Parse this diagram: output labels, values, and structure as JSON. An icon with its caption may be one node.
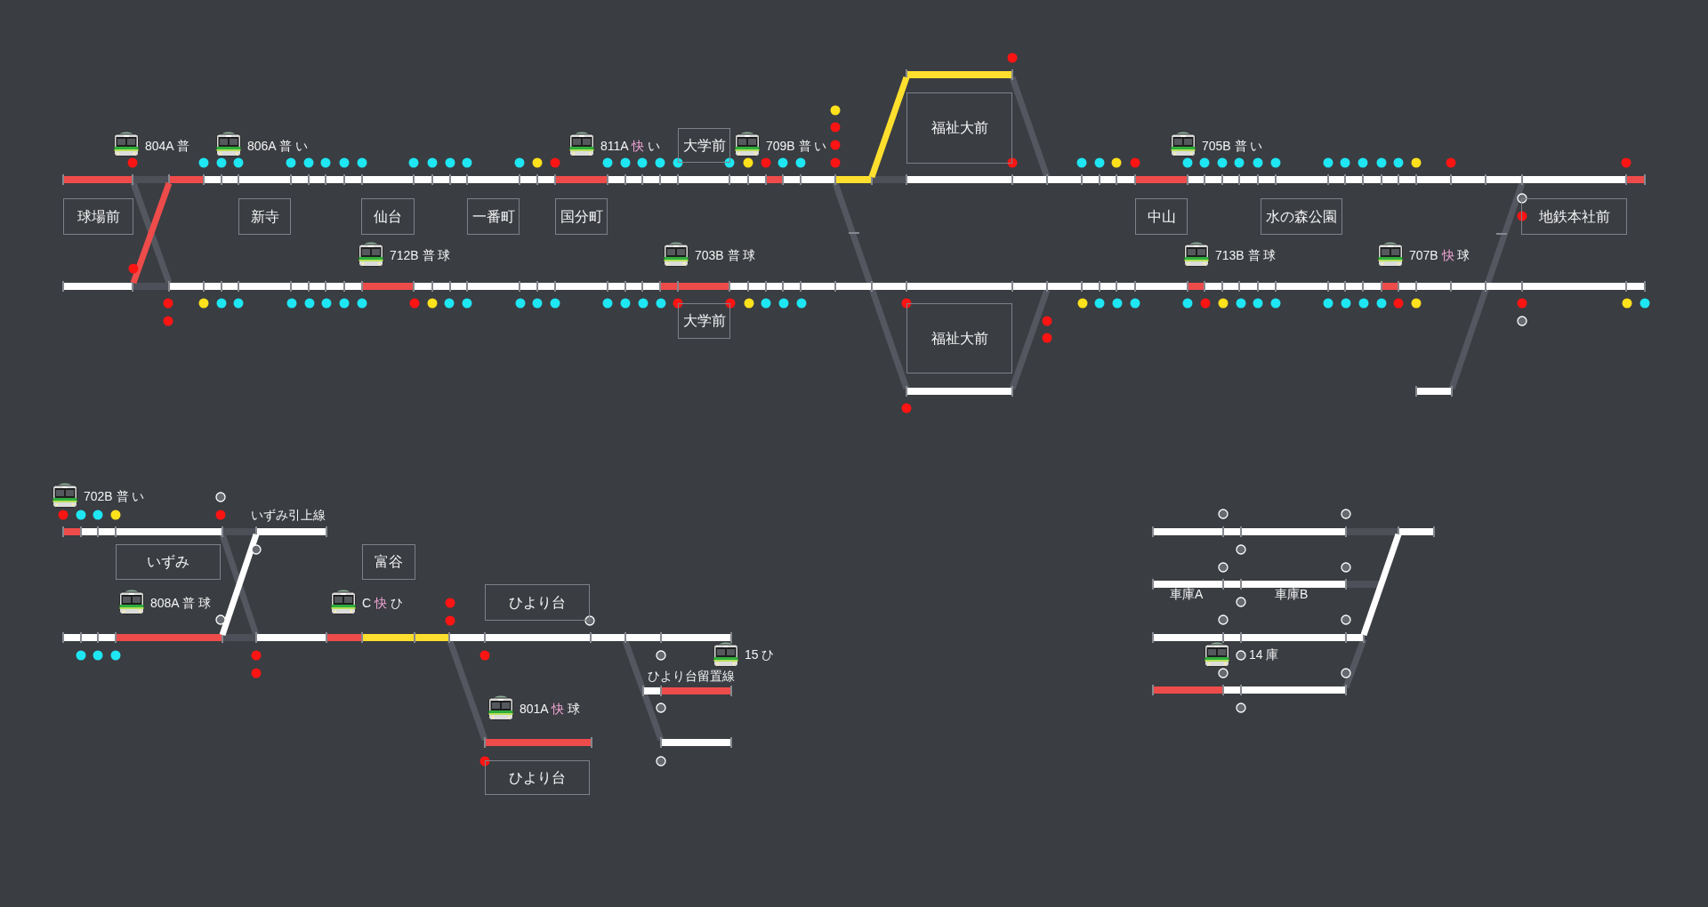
{
  "diagram": {
    "nodes": [
      {
        "text": [
          "福祉大前"
        ]
      },
      {
        "text": [
          "大学前"
        ]
      },
      {
        "text": [
          "球場前"
        ]
      },
      {
        "text": [
          "新寺"
        ]
      },
      {
        "text": [
          "仙台"
        ]
      },
      {
        "text": [
          "一番町"
        ]
      },
      {
        "text": [
          "国分町"
        ]
      },
      {
        "text": [
          "中山"
        ]
      },
      {
        "text": [
          "水の森公園"
        ]
      },
      {
        "text": [
          "地鉄本社前"
        ]
      },
      {
        "text": [
          "大学前"
        ]
      },
      {
        "text": [
          "福祉大前"
        ]
      },
      {
        "text": [
          "いずみ"
        ]
      },
      {
        "text": [
          "富谷"
        ]
      },
      {
        "text": [
          "ひより台"
        ]
      },
      {
        "text": [
          "ひより台"
        ]
      }
    ],
    "labels": [
      "804A 普",
      "806A 普 い",
      "811A 快 い",
      "709B 普 い",
      "705B 普 い",
      "712B 普 球",
      "703B 普 球",
      "713B 普 球",
      "707B 快 球",
      "702B 普 い",
      "いずみ引上線",
      "808A 普 球",
      "C 快 ひ",
      "15 ひ",
      "ひより台留置線",
      "801A 快 球",
      "車庫A",
      "車庫B",
      "14 庫"
    ]
  }
}
